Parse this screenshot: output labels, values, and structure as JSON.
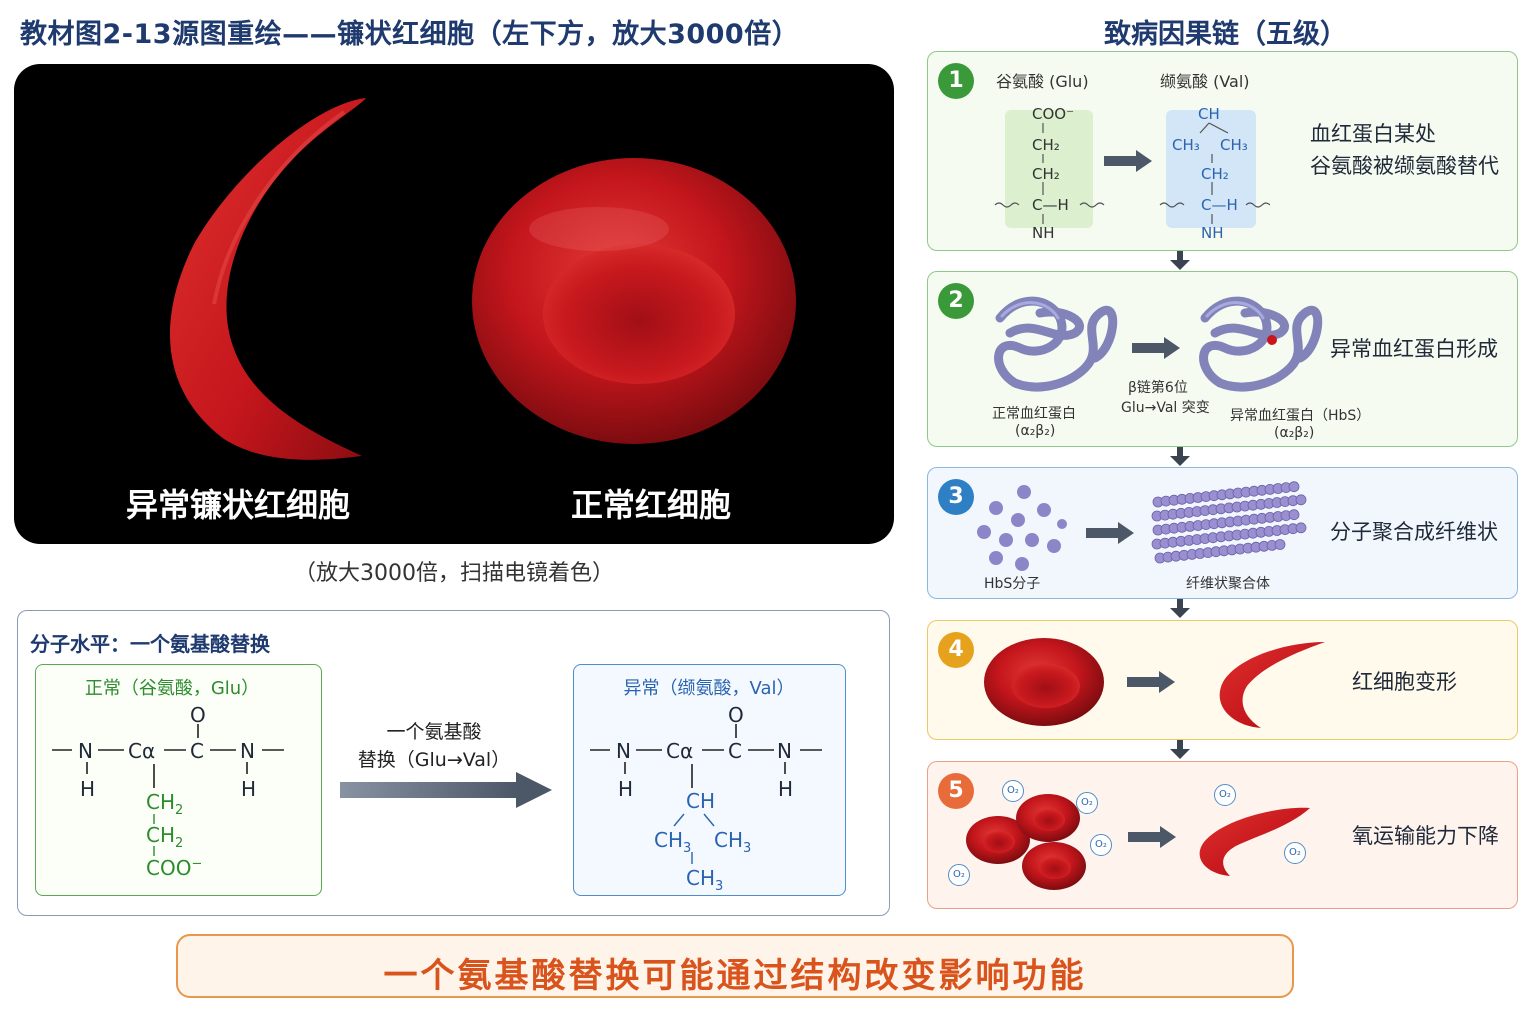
{
  "header": {
    "main_title": "教材图2-13源图重绘——镰状红细胞（左下方，放大3000倍）",
    "chain_title": "致病因果链（五级）"
  },
  "photo": {
    "sickle_label": "异常镰状红细胞",
    "normal_label": "正常红细胞",
    "caption": "（放大3000倍，扫描电镜着色）"
  },
  "molecular": {
    "heading": "分子水平：一个氨基酸替换",
    "normal_title": "正常（谷氨酸，Glu）",
    "abnormal_title": "异常（缬氨酸，Val）",
    "swap_label_1": "一个氨基酸",
    "swap_label_2": "替换（Glu→Val）",
    "backbone": {
      "n": "N",
      "ca": "Cα",
      "c": "C",
      "o": "O",
      "h": "H",
      "dash": "—"
    },
    "glu_chain": {
      "ch2a": "CH",
      "ch2b": "CH",
      "sub2": "2",
      "coo": "COO",
      "minus": "−"
    },
    "val_chain": {
      "ch": "CH",
      "ch3": "CH",
      "sub3": "3"
    }
  },
  "chain": {
    "step1": {
      "number": "1",
      "glu_label": "谷氨酸 (Glu)",
      "val_label": "缬氨酸 (Val)",
      "desc_1": "血红蛋白某处",
      "desc_2": "谷氨酸被缬氨酸替代",
      "glu_coo": "COO⁻",
      "ch2": "CH₂",
      "c_h": "C—H",
      "nh": "NH",
      "ch": "CH",
      "ch3": "CH₃",
      "wave": "~~",
      "dash": "—"
    },
    "step2": {
      "number": "2",
      "normal_label": "正常血红蛋白",
      "normal_formula": "(α₂β₂)",
      "mutation_1": "β链第6位",
      "mutation_2": "Glu→Val 突变",
      "abnormal_label": "异常血红蛋白（HbS）",
      "abnormal_formula": "(α₂β₂)",
      "desc": "异常血红蛋白形成"
    },
    "step3": {
      "number": "3",
      "molecule_label": "HbS分子",
      "polymer_label": "纤维状聚合体",
      "desc": "分子聚合成纤维状"
    },
    "step4": {
      "number": "4",
      "desc": "红细胞变形"
    },
    "step5": {
      "number": "5",
      "o2": "O₂",
      "desc": "氧运输能力下降"
    }
  },
  "conclusion": "一个氨基酸替换可能通过结构改变影响功能",
  "colors": {
    "title": "#1e3a6e",
    "step1": "#3a9a3a",
    "step2": "#3a9a3a",
    "step3": "#2f7fc4",
    "step4": "#e6a21c",
    "step5": "#e86b3a",
    "cell_red": "#c4161c",
    "glu_green": "#2e8b2e",
    "val_blue": "#2a64b0",
    "conclusion": "#d9541c"
  }
}
